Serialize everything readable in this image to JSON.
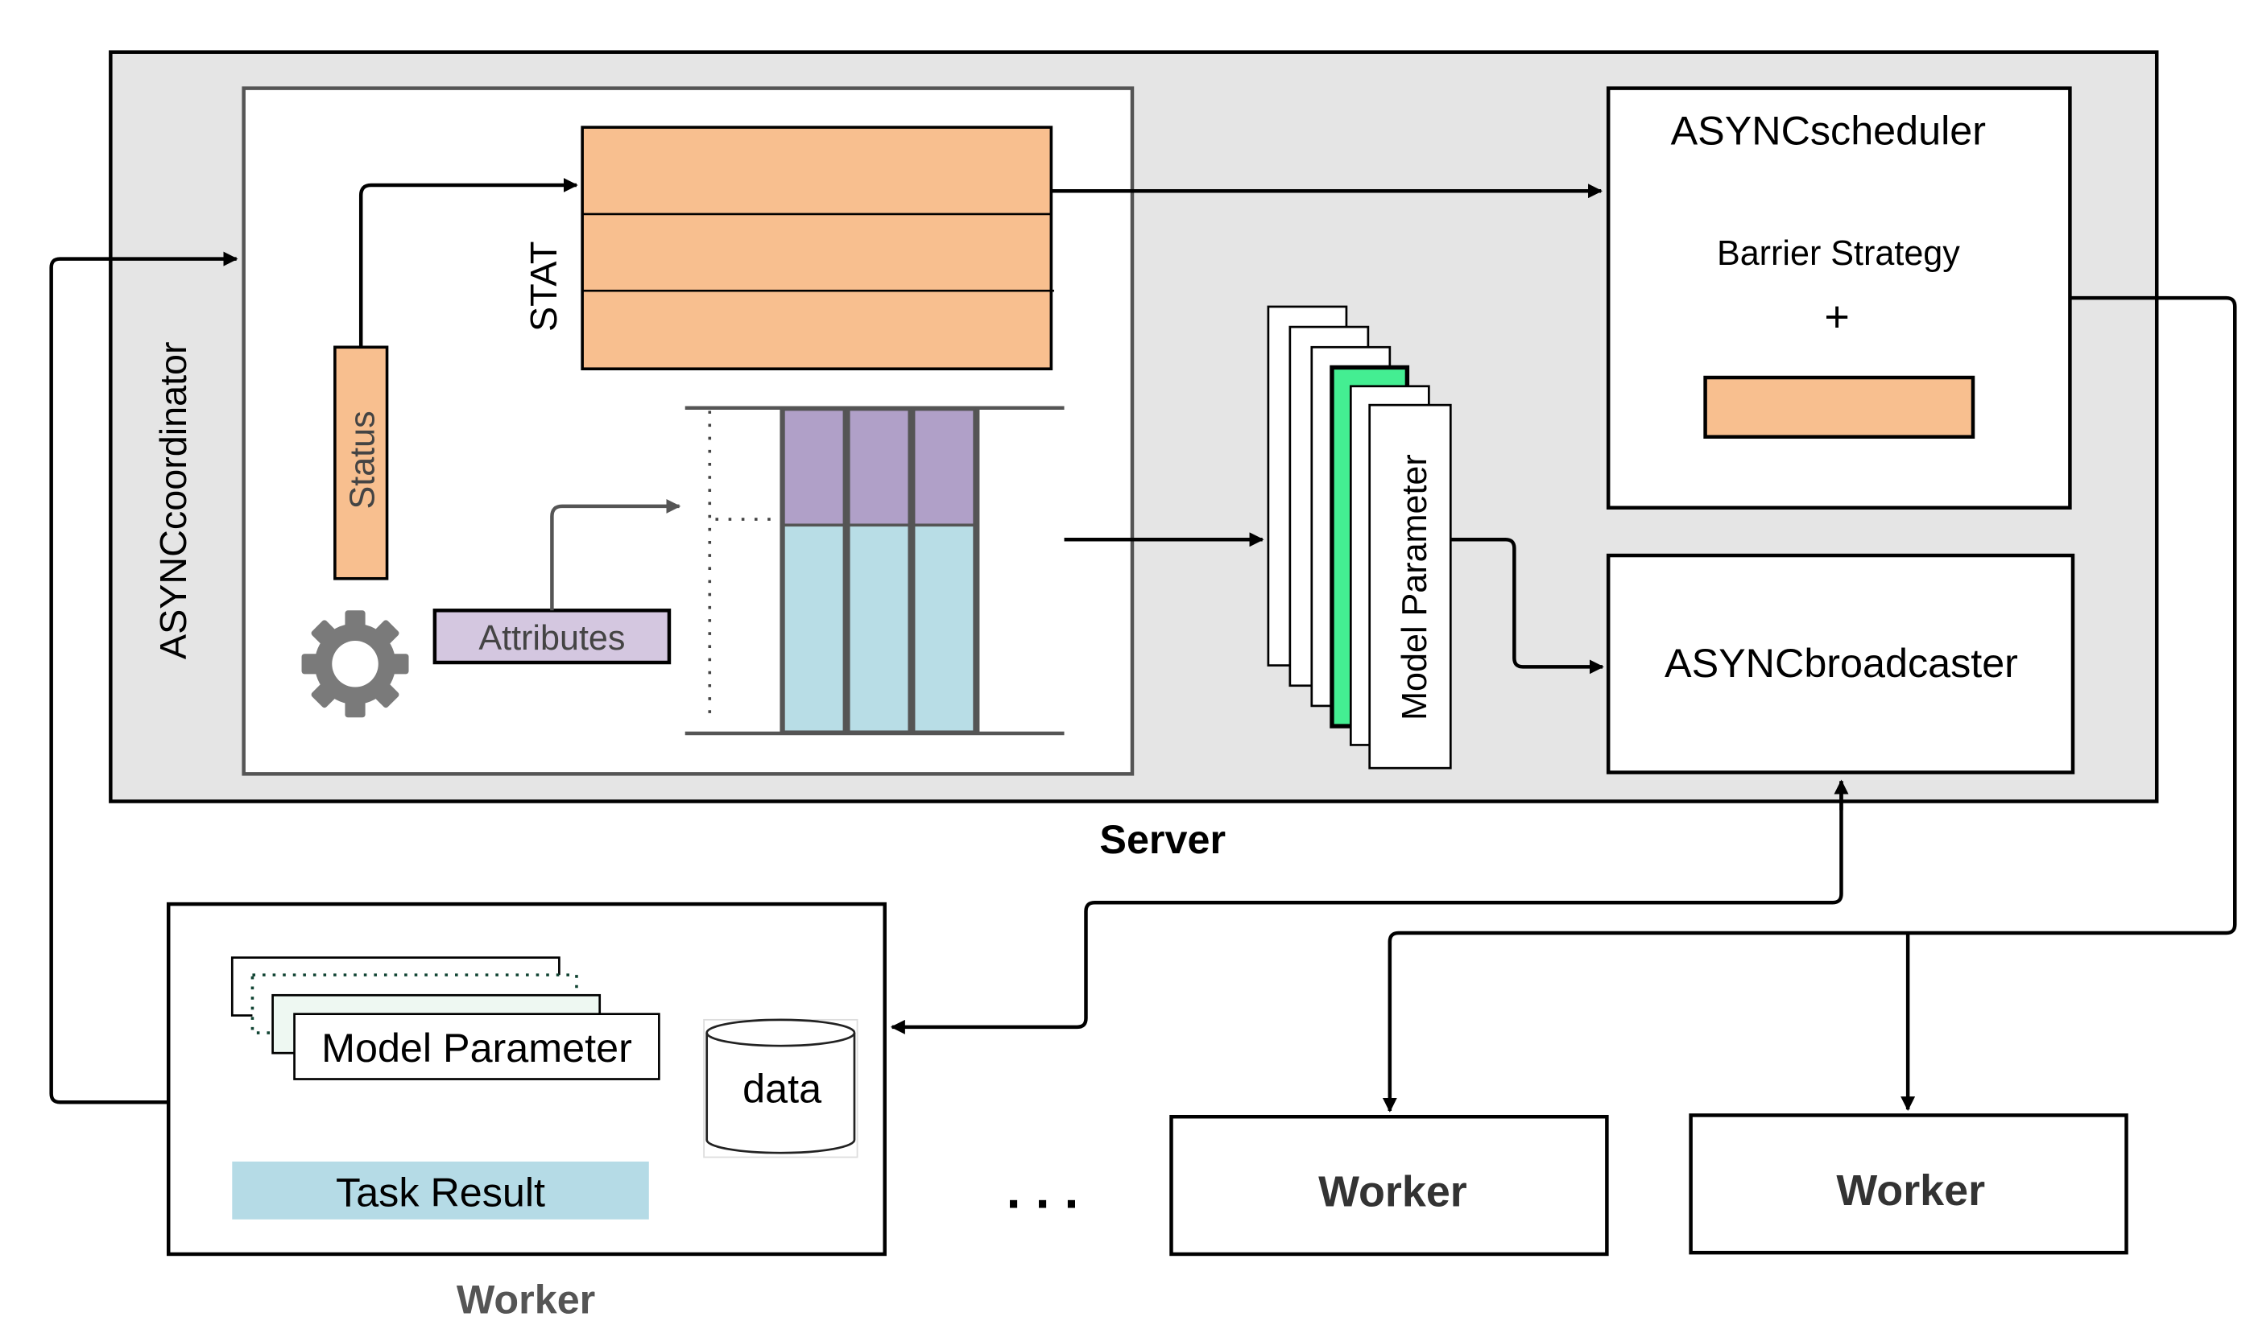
{
  "server": {
    "label": "Server",
    "coordinator": {
      "label": "ASYNCcoordinator",
      "stat_label": "STAT",
      "status_label": "Status",
      "attributes_label": "Attributes",
      "gear_icon": "gear-icon"
    },
    "model_parameter_label": "Model Parameter",
    "scheduler": {
      "label": "ASYNCscheduler",
      "strategy_label": "Barrier Strategy",
      "plus_sign": "+"
    },
    "broadcaster": {
      "label": "ASYNCbroadcaster"
    }
  },
  "worker_detail": {
    "label": "Worker",
    "model_parameter_label": "Model Parameter",
    "data_label": "data",
    "task_result_label": "Task Result"
  },
  "workers": [
    {
      "label": "Worker"
    },
    {
      "label": "Worker"
    }
  ],
  "ellipsis": ". . .",
  "colors": {
    "server_bg": "#e5e5e5",
    "stat_orange": "#f8bf8f",
    "attributes_purple": "#d4c7e0",
    "queue_purple": "#b0a0c8",
    "queue_blue": "#b8dde6",
    "model_green": "#44ee92",
    "task_result_blue": "#b5dbe6",
    "gear_gray": "#7a7a7a",
    "worker_label_gray": "#555555"
  }
}
